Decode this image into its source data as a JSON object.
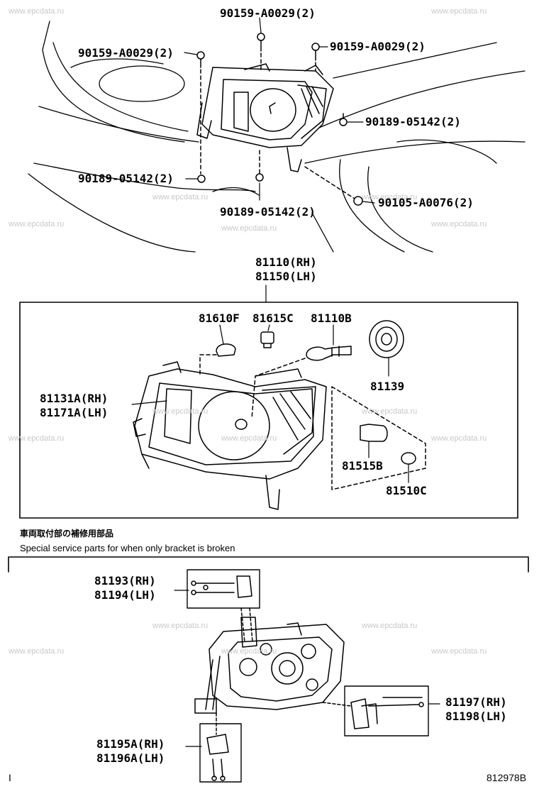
{
  "watermark": "www.epcdata.ru",
  "top_labels": {
    "bolt_top_center": "90159-A0029(2)",
    "bolt_top_left": "90159-A0029(2)",
    "bolt_top_right": "90159-A0029(2)",
    "screw_right": "90189-05142(2)",
    "screw_left": "90189-05142(2)",
    "screw_bottom": "90189-05142(2)",
    "bolt_bottom_right": "90105-A0076(2)",
    "assembly_rh": "81110(RH)",
    "assembly_lh": "81150(LH)"
  },
  "exploded_labels": {
    "bulb_left": "81610F",
    "socket": "81615C",
    "bulb_main": "81110B",
    "cover": "81139",
    "housing_rh": "81131A(RH)",
    "housing_lh": "81171A(LH)",
    "side_bulb": "81515B",
    "side_small_bulb": "81510C"
  },
  "special_section": {
    "title_jp": "車両取付部の補修用部品",
    "title_en": "Special service parts for when only bracket is broken",
    "bracket_top_rh": "81193(RH)",
    "bracket_top_lh": "81194(LH)",
    "bracket_right_rh": "81197(RH)",
    "bracket_right_lh": "81198(LH)",
    "bracket_bottom_rh": "81195A(RH)",
    "bracket_bottom_lh": "81196A(LH)"
  },
  "footer": {
    "mark_left": "I",
    "code": "812978B"
  }
}
